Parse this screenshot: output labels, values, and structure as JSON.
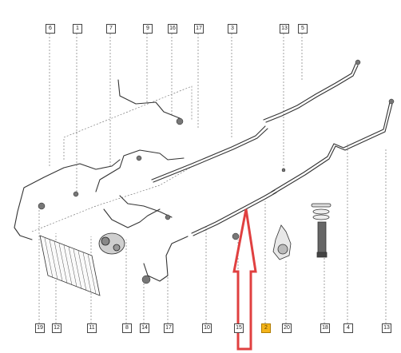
{
  "colors": {
    "line": "#333333",
    "leader": "#555555",
    "highlight_box": "#f4b41a",
    "arrow": "#e04040"
  },
  "callouts": {
    "top": [
      "6",
      "1",
      "7",
      "9",
      "16",
      "17",
      "3",
      "13",
      "5"
    ],
    "bottom": [
      "19",
      "12",
      "11",
      "8",
      "14",
      "17",
      "10",
      "15",
      "2",
      "20",
      "18",
      "4",
      "13"
    ]
  },
  "highlighted_callout": "2"
}
